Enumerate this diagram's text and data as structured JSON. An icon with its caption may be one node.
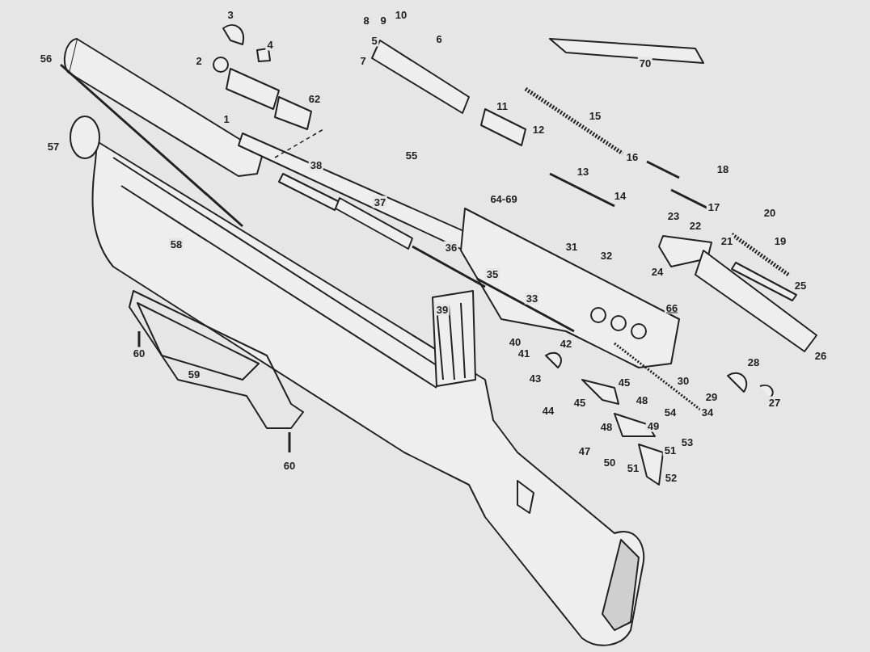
{
  "diagram": {
    "labels": [
      "3",
      "8",
      "9",
      "10",
      "2",
      "4",
      "5",
      "6",
      "7",
      "56",
      "70",
      "62",
      "11",
      "15",
      "1",
      "12",
      "57",
      "16",
      "55",
      "38",
      "18",
      "13",
      "37",
      "14",
      "64-69",
      "17",
      "23",
      "22",
      "20",
      "58",
      "21",
      "19",
      "31",
      "36",
      "32",
      "24",
      "35",
      "25",
      "39",
      "33",
      "66",
      "40",
      "42",
      "60",
      "41",
      "26",
      "43",
      "45",
      "28",
      "30",
      "59",
      "29",
      "27",
      "45",
      "48",
      "44",
      "54",
      "34",
      "48",
      "49",
      "53",
      "47",
      "51",
      "50",
      "51",
      "60",
      "52"
    ]
  }
}
